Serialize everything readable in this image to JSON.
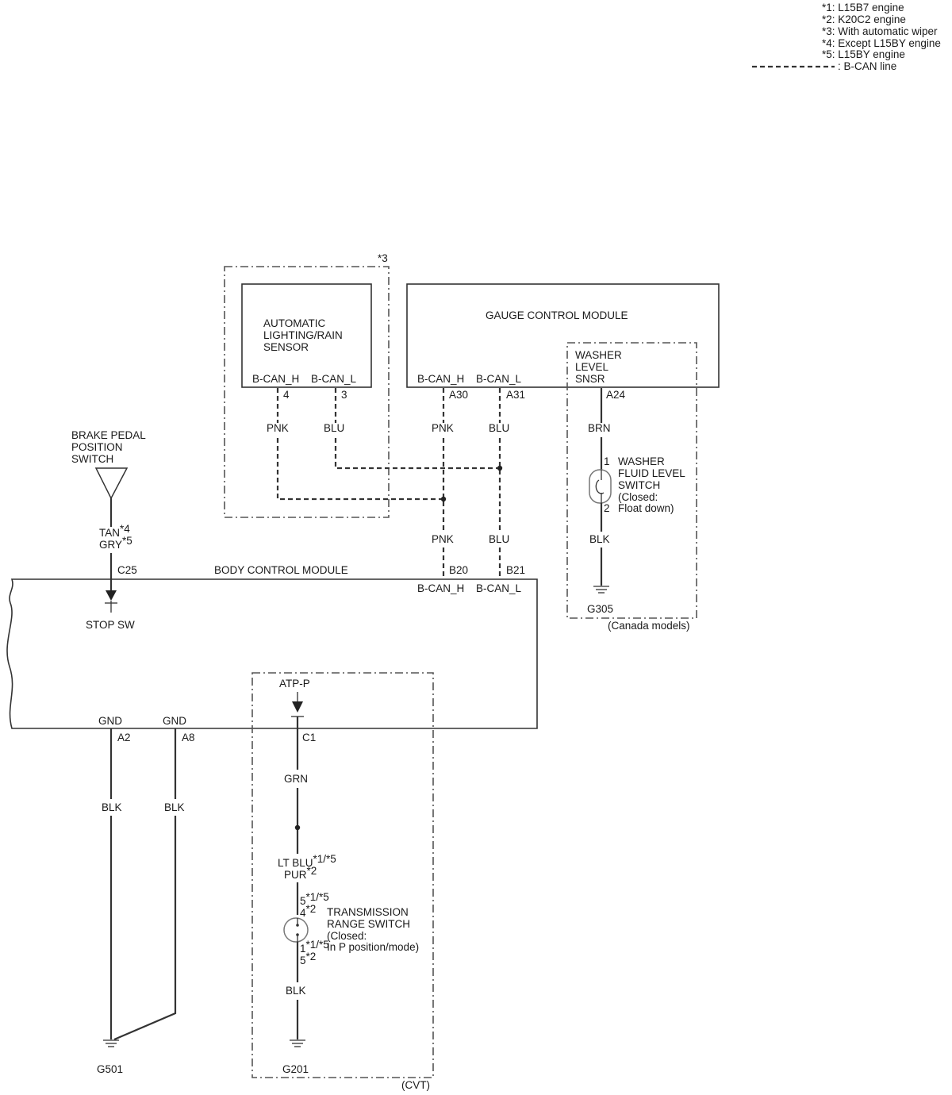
{
  "legend": {
    "notes": [
      "*1: L15B7 engine",
      "*2: K20C2 engine",
      "*3: With automatic wiper",
      "*4: Except L15BY engine",
      "*5: L15BY engine"
    ],
    "can_line": ": B-CAN line"
  },
  "rain_sensor": {
    "note": "*3",
    "name": [
      "AUTOMATIC",
      "LIGHTING/RAIN",
      "SENSOR"
    ],
    "pin_h_label": "B-CAN_H",
    "pin_l_label": "B-CAN_L",
    "pin_h_num": "4",
    "pin_l_num": "3",
    "wire_h": "PNK",
    "wire_l": "BLU"
  },
  "gauge_module": {
    "name": "GAUGE CONTROL MODULE",
    "pin_h_label": "B-CAN_H",
    "pin_l_label": "B-CAN_L",
    "pin_h_num": "A30",
    "pin_l_num": "A31",
    "wire_h": "PNK",
    "wire_l": "BLU",
    "washer_sensor": [
      "WASHER",
      "LEVEL",
      "SNSR"
    ],
    "washer_pin": "A24"
  },
  "washer_circuit": {
    "wire_top": "BRN",
    "switch_pin1": "1",
    "switch_pin2": "2",
    "switch_name": [
      "WASHER",
      "FLUID LEVEL",
      "SWITCH",
      "(Closed:",
      "Float down)"
    ],
    "wire_bottom": "BLK",
    "ground": "G305",
    "note": "(Canada models)"
  },
  "brake_switch": {
    "name": [
      "BRAKE PEDAL",
      "POSITION",
      "SWITCH"
    ],
    "wire1": "TAN",
    "wire1_sup": "*4",
    "wire2": "GRY",
    "wire2_sup": "*5",
    "pin": "C25",
    "input": "STOP SW"
  },
  "bcm": {
    "name": "BODY CONTROL MODULE",
    "can_wire_h": "PNK",
    "can_wire_l": "BLU",
    "can_pin_h": "B20",
    "can_pin_l": "B21",
    "can_h_label": "B-CAN_H",
    "can_l_label": "B-CAN_L",
    "gnd1_label": "GND",
    "gnd2_label": "GND",
    "gnd1_pin": "A2",
    "gnd2_pin": "A8",
    "atp_label": "ATP-P",
    "atp_pin": "C1"
  },
  "ground_circuit": {
    "wire1": "BLK",
    "wire2": "BLK",
    "ground": "G501"
  },
  "trans_circuit": {
    "wire_top": "GRN",
    "wire_mid1": "LT BLU",
    "wire_mid1_sup": "*1/*5",
    "wire_mid2": "PUR",
    "wire_mid2_sup": "*2",
    "pin_a1": "5",
    "pin_a1_sup": "*1/*5",
    "pin_a2": "4",
    "pin_a2_sup": "*2",
    "pin_b1": "1",
    "pin_b1_sup": "*1/*5",
    "pin_b2": "5",
    "pin_b2_sup": "*2",
    "switch_name": [
      "TRANSMISSION",
      "RANGE SWITCH",
      "(Closed:",
      "In P position/mode)"
    ],
    "wire_bottom": "BLK",
    "ground": "G201",
    "note": "(CVT)"
  }
}
